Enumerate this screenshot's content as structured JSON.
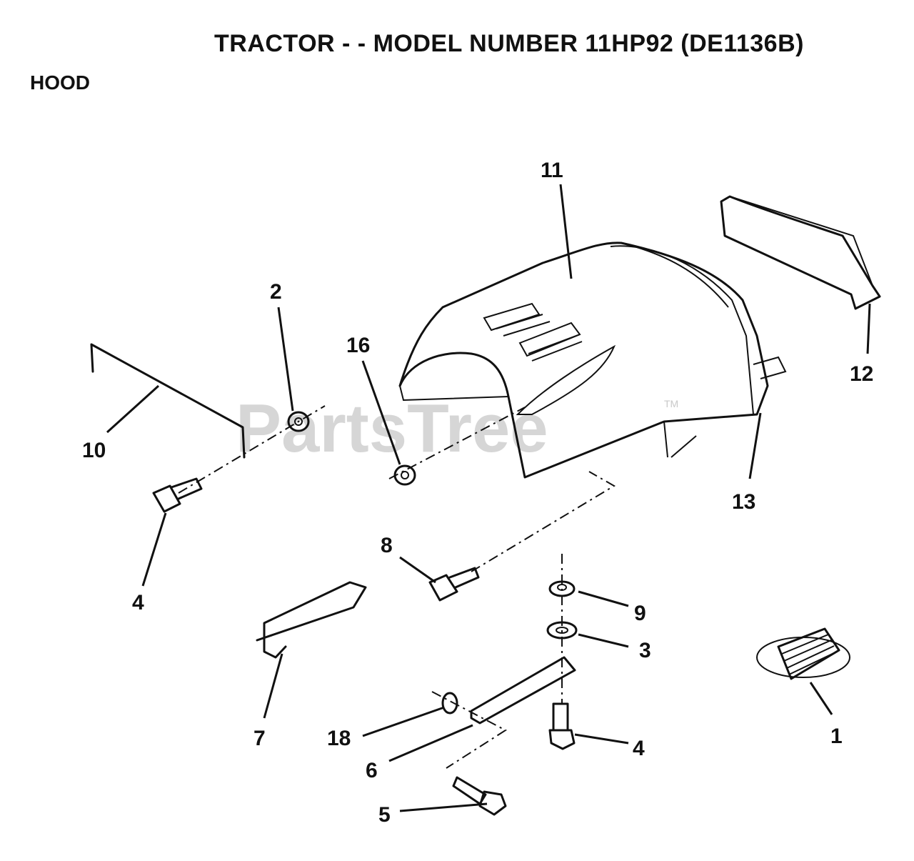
{
  "title": "TRACTOR - - MODEL NUMBER 11HP92 (DE1136B)",
  "section": "HOOD",
  "watermark": "PartsTree",
  "watermark_tm": "TM",
  "callouts": {
    "c1": "1",
    "c2": "2",
    "c3": "3",
    "c4a": "4",
    "c4b": "4",
    "c5": "5",
    "c6": "6",
    "c7": "7",
    "c8": "8",
    "c9": "9",
    "c10": "10",
    "c11": "11",
    "c12": "12",
    "c13": "13",
    "c16": "16",
    "c18": "18"
  }
}
